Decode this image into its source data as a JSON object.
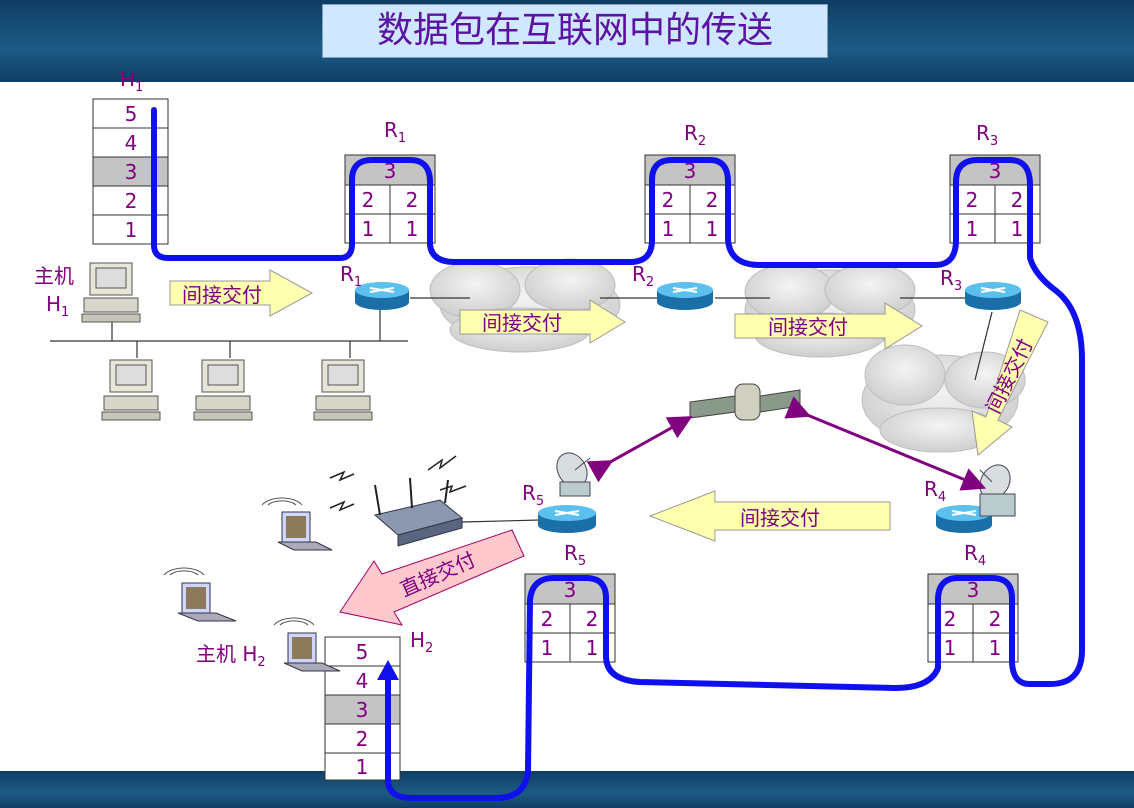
{
  "title": "数据包在互联网中的传送",
  "stack_layers": [
    "5",
    "4",
    "3",
    "2",
    "1"
  ],
  "layer3": "3",
  "layer2": "2",
  "layer1": "1",
  "host1": {
    "label": "H",
    "sub": "1",
    "caption_line1": "主机",
    "caption_line2": "H",
    "caption_sub": "1"
  },
  "host2": {
    "label": "H",
    "sub": "2",
    "caption": "主机 H",
    "caption_sub": "2"
  },
  "routers": [
    {
      "label": "R",
      "sub": "1"
    },
    {
      "label": "R",
      "sub": "2"
    },
    {
      "label": "R",
      "sub": "3"
    },
    {
      "label": "R",
      "sub": "4"
    },
    {
      "label": "R",
      "sub": "5"
    }
  ],
  "indirect_delivery": "间接交付",
  "direct_delivery": "直接交付",
  "colors": {
    "path": "#1010ee",
    "label": "#800080",
    "arrow_fill": "#ffffb0",
    "direct_fill": "#ffc8cc",
    "highlight": "#c4c4c4"
  }
}
